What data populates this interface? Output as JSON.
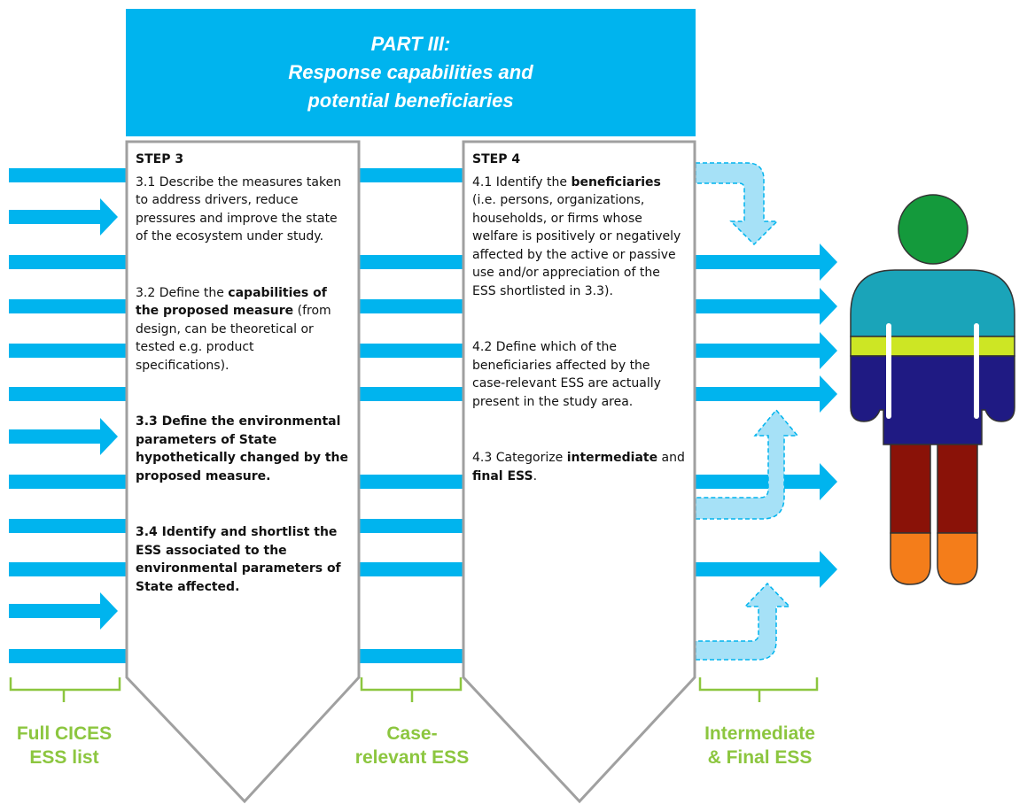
{
  "header": {
    "line1": "PART III:",
    "line2": "Response capabilities and",
    "line3": "potential beneficiaries"
  },
  "step3": {
    "title": "STEP 3",
    "item1": "3.1 Describe the measures taken to address drivers, reduce pressures and improve the state of the ecosystem under study.",
    "item2_pre": "3.2 Define the ",
    "item2_bold": "capabilities of the proposed measure",
    "item2_post": " (from design, can be theoretical or tested e.g. product specifications).",
    "item3": "3.3 Define the environmental parameters of State hypothetically changed by the proposed measure.",
    "item4": "3.4 Identify and shortlist the ESS associated to the environmental parameters of State affected."
  },
  "step4": {
    "title": "STEP 4",
    "item1_pre": "4.1 Identify the ",
    "item1_bold": "beneficiaries",
    "item1_post": " (i.e. persons, organizations, households, or firms whose welfare is positively or negatively affected by the active or passive use and/or appreciation of the ESS shortlisted in 3.3).",
    "item2": "4.2 Define which of the beneficiaries affected by the case-relevant ESS are actually present in the study area.",
    "item3_pre": "4.3 Categorize ",
    "item3_bold1": "intermediate",
    "item3_mid": " and ",
    "item3_bold2": "final ESS",
    "item3_post": "."
  },
  "labels": {
    "full_line1": "Full CICES",
    "full_line2": "ESS list",
    "case_line1": "Case-",
    "case_line2": "relevant ESS",
    "final_line1": "Intermediate",
    "final_line2": "& Final ESS"
  },
  "colors": {
    "header": "#00b4ee",
    "arrow": "#00b4ee",
    "arrow_light": "#a6e1f7",
    "label_green": "#8cc63f",
    "person_head": "#149a3c",
    "person_shoulder": "#1aa4b9",
    "person_belt": "#cde624",
    "person_torso": "#1f1a83",
    "person_thigh": "#8a1208",
    "person_foot": "#f47d1a"
  }
}
